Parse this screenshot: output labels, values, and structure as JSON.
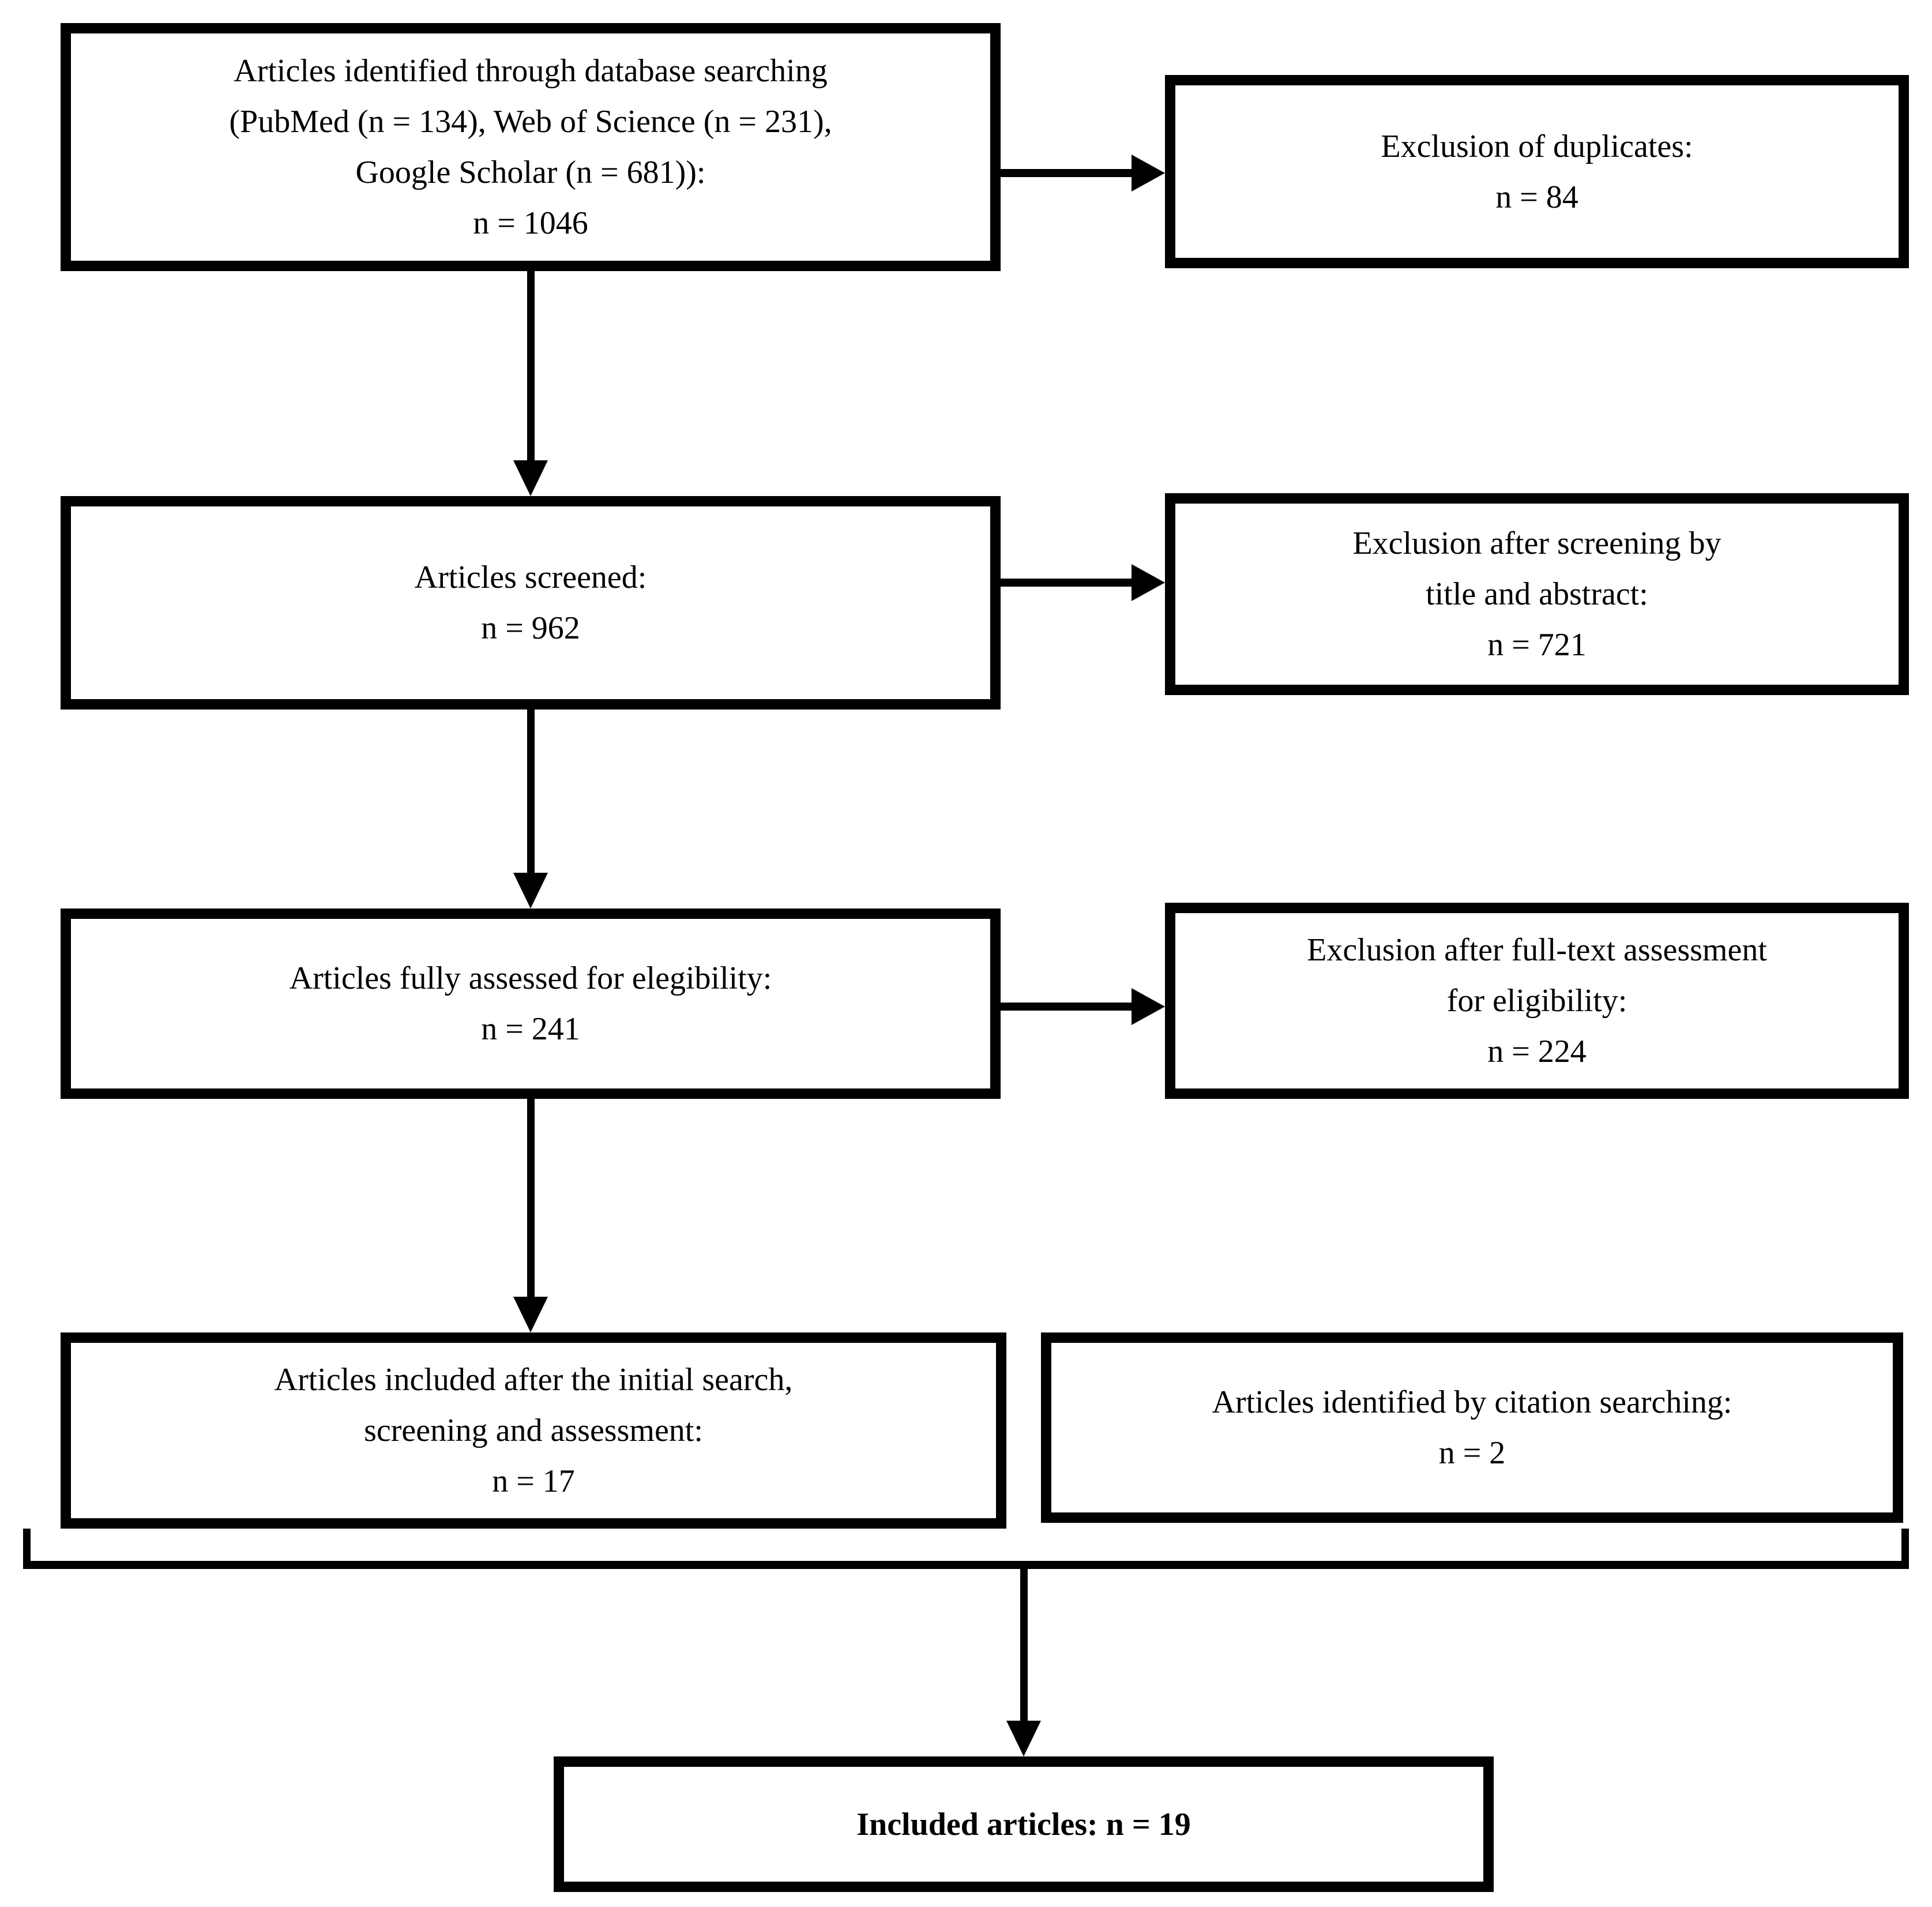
{
  "diagram": {
    "type": "prisma-flowchart",
    "colors": {
      "line": "#000000",
      "background": "#ffffff",
      "text": "#000000"
    },
    "boxes": [
      {
        "id": "identification",
        "lines": [
          "Articles identified through database searching",
          "(PubMed (n = 134), Web of Science (n = 231),",
          "Google Scholar (n = 681)):",
          "n = 1046"
        ]
      },
      {
        "id": "duplicates-exclusion",
        "lines": [
          "Exclusion of duplicates:",
          "n = 84"
        ]
      },
      {
        "id": "screened",
        "lines": [
          "Articles screened:",
          "n = 962"
        ]
      },
      {
        "id": "screening-exclusion",
        "lines": [
          "Exclusion after screening by",
          "title and abstract:",
          "n = 721"
        ]
      },
      {
        "id": "eligibility-assessed",
        "lines": [
          "Articles fully assessed for elegibility:",
          "n = 241"
        ]
      },
      {
        "id": "fulltext-exclusion",
        "lines": [
          "Exclusion after full-text assessment",
          "for eligibility:",
          "n = 224"
        ]
      },
      {
        "id": "included-initial",
        "lines": [
          "Articles included after the initial search,",
          "screening and assessment:",
          "n = 17"
        ]
      },
      {
        "id": "citation-searching",
        "lines": [
          "Articles identified by citation searching:",
          "n = 2"
        ]
      },
      {
        "id": "included-final",
        "lines": [
          "Included articles: n = 19"
        ]
      }
    ]
  }
}
